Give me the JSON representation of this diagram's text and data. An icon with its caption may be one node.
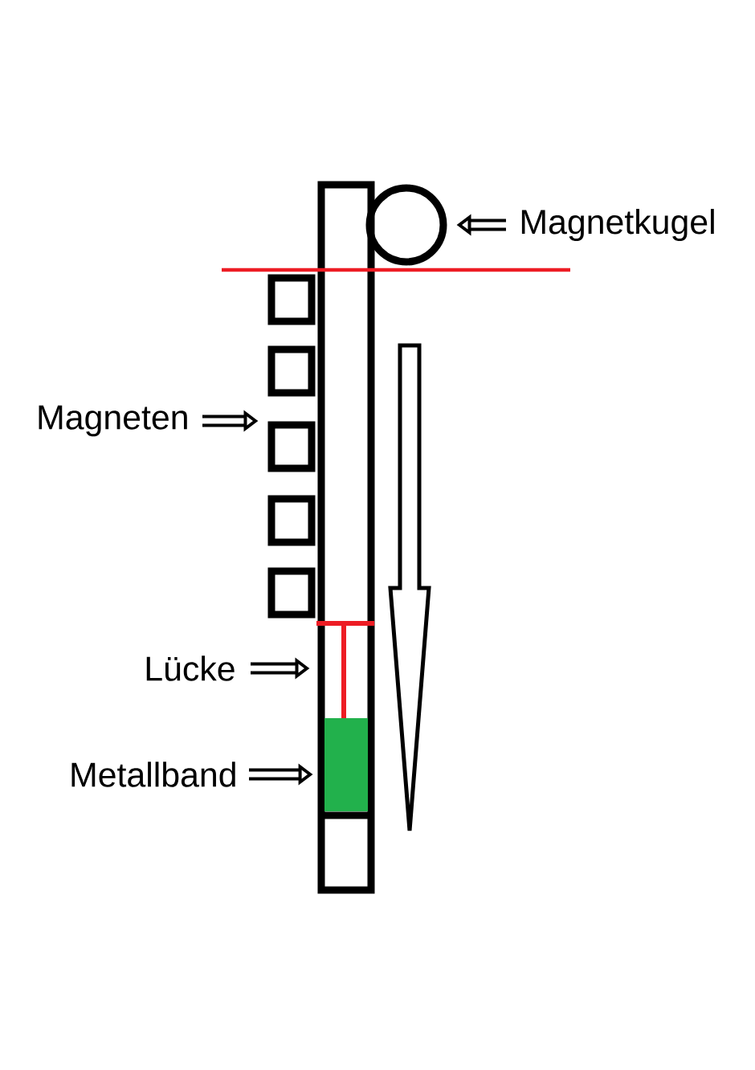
{
  "diagram": {
    "nodes": [
      {
        "text": [],
        "shape": "box"
      },
      {
        "text": [],
        "shape": "circle"
      },
      {
        "text": [
          "Magnetkugel"
        ]
      },
      {
        "text": [],
        "shape": "box"
      },
      {
        "text": [],
        "shape": "box"
      },
      {
        "text": [],
        "shape": "box"
      },
      {
        "text": [],
        "shape": "box"
      },
      {
        "text": [],
        "shape": "box"
      },
      {
        "text": [
          "Magneten"
        ]
      },
      {
        "text": [
          "Lücke"
        ]
      },
      {
        "text": [
          "Metallband"
        ]
      },
      {
        "text": [],
        "shape": "box",
        "in": 0
      }
    ],
    "edges": [
      {
        "from": 2,
        "to": 1,
        "arrow": "to"
      },
      {
        "from": 8,
        "to": 5,
        "arrow": "to"
      },
      {
        "from": 9,
        "to": 0,
        "arrow": "to"
      },
      {
        "from": 10,
        "to": 11,
        "arrow": "to"
      }
    ]
  }
}
